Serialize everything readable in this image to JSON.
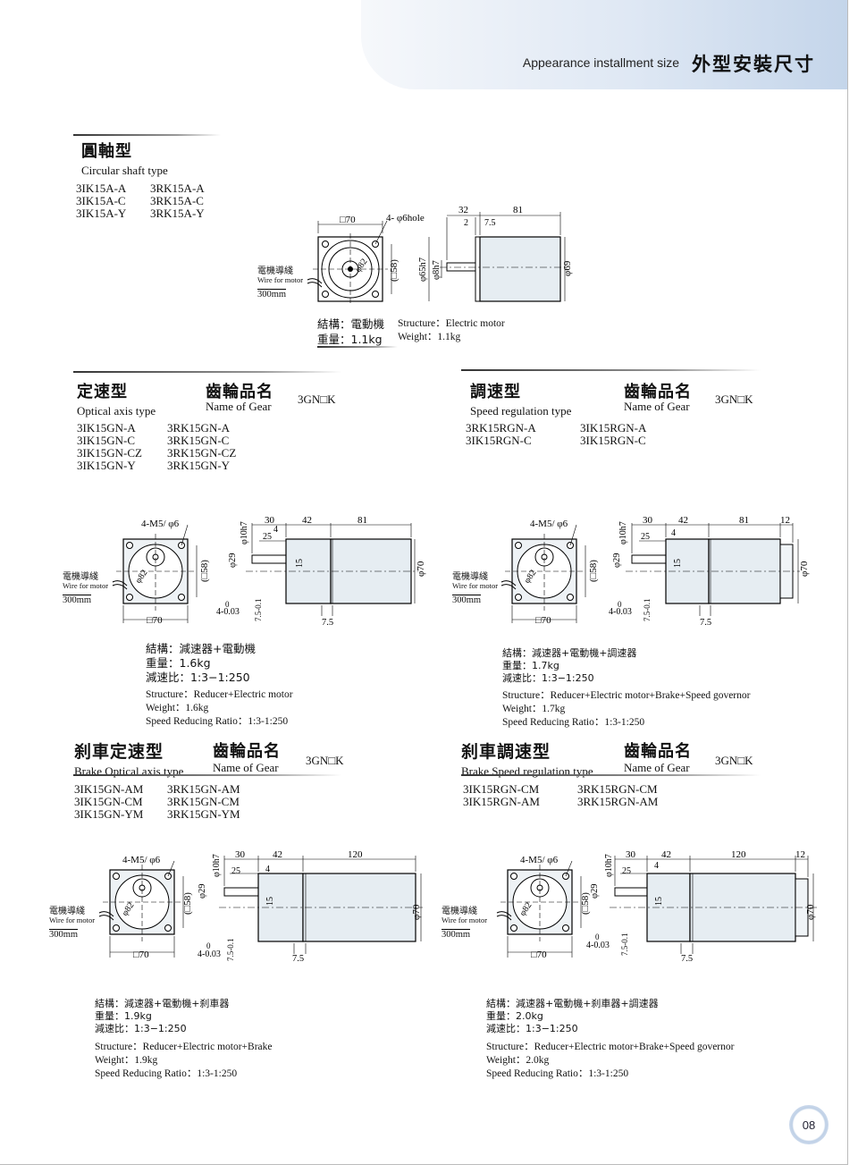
{
  "header": {
    "title_en": "Appearance installment size",
    "title_zh": "外型安裝尺寸"
  },
  "page_number": "08",
  "labels": {
    "wire_zh": "電機導綫",
    "wire_en": "Wire for motor",
    "wire_len": "300mm"
  },
  "circular": {
    "title_zh": "圓軸型",
    "title_en": "Circular shaft type",
    "models_left": [
      "3IK15A-A",
      "3IK15A-C",
      "3IK15A-Y"
    ],
    "models_right": [
      "3RK15A-A",
      "3RK15A-C",
      "3RK15A-Y"
    ],
    "spec_zh": [
      "結構：電動機",
      "重量：1.1kg"
    ],
    "spec_en": [
      "Structure：Electric motor",
      "Weight：1.1kg"
    ],
    "dims": {
      "sq": "□70",
      "hole": "4- φ6hole",
      "d82": "φ82",
      "sq58": "(□58)",
      "d65": "φ65h7",
      "d8": "φ8h7",
      "d69": "φ69",
      "l32": "32",
      "l2": "2",
      "l75": "7.5",
      "l81": "81"
    }
  },
  "optical": {
    "title_zh": "定速型",
    "title_en": "Optical axis type",
    "gear_zh": "齒輪品名",
    "gear_en": "Name of Gear",
    "gear_code": "3GN□K",
    "models_left": [
      "3IK15GN-A",
      "3IK15GN-C",
      "3IK15GN-CZ",
      "3IK15GN-Y"
    ],
    "models_right": [
      "3RK15GN-A",
      "3RK15GN-C",
      "3RK15GN-CZ",
      "3RK15GN-Y"
    ],
    "spec_zh": [
      "結構：減速器+電動機",
      "重量：1.6kg",
      "減速比：1:3−1:250"
    ],
    "spec_en": [
      "Structure：Reducer+Electric motor",
      "Weight：1.6kg",
      "Speed Reducing Ratio：1:3-1:250"
    ],
    "dims": {
      "holes": "4-M5/ φ6",
      "sq": "□70",
      "d82": "φ82",
      "sq58": "(□58)",
      "d29": "φ29",
      "d10": "φ10h7",
      "l30": "30",
      "l42": "42",
      "l81": "81",
      "l25": "25",
      "l4": "4",
      "l15": "15",
      "d70": "φ70",
      "l75": "7.5",
      "tol": "4-0.03",
      "tol0": "0",
      "tol2": "7.5-0.1"
    }
  },
  "speed": {
    "title_zh": "調速型",
    "title_en": "Speed regulation type",
    "gear_zh": "齒輪品名",
    "gear_en": "Name of Gear",
    "gear_code": "3GN□K",
    "models_left": [
      "3RK15RGN-A",
      "3IK15RGN-C"
    ],
    "models_right": [
      "3IK15RGN-A",
      "3IK15RGN-C"
    ],
    "spec_zh": [
      "結構：減速器+電動機+調速器",
      "重量：1.7kg",
      "減速比：1:3−1:250"
    ],
    "spec_en": [
      "Structure：Reducer+Electric motor+Brake+Speed governor",
      "Weight：1.7kg",
      "Speed Reducing Ratio：1:3-1:250"
    ],
    "dims": {
      "holes": "4-M5/ φ6",
      "sq": "□70",
      "d82": "φ82",
      "sq58": "(□58)",
      "d29": "φ29",
      "d10": "φ10h7",
      "l30": "30",
      "l42": "42",
      "l81": "81",
      "l12": "12",
      "l25": "25",
      "l4": "4",
      "l15": "15",
      "d70": "φ70",
      "l75": "7.5",
      "tol": "4-0.03",
      "tol0": "0",
      "tol2": "7.5-0.1"
    }
  },
  "brake_optical": {
    "title_zh": "刹車定速型",
    "title_en": "Brake Optical axis type",
    "gear_zh": "齒輪品名",
    "gear_en": "Name of Gear",
    "gear_code": "3GN□K",
    "models_left": [
      "3IK15GN-AM",
      "3IK15GN-CM",
      "3IK15GN-YM"
    ],
    "models_right": [
      "3RK15GN-AM",
      "3RK15GN-CM",
      "3RK15GN-YM"
    ],
    "spec_zh": [
      "結構：減速器+電動機+刹車器",
      "重量：1.9kg",
      "減速比：1:3−1:250"
    ],
    "spec_en": [
      "Structure：Reducer+Electric motor+Brake",
      "Weight：1.9kg",
      "Speed Reducing Ratio：1:3-1:250"
    ],
    "dims": {
      "holes": "4-M5/ φ6",
      "sq": "□70",
      "d82": "φ82",
      "sq58": "(□58)",
      "d29": "φ29",
      "d10": "φ10h7",
      "l30": "30",
      "l42": "42",
      "l120": "120",
      "l25": "25",
      "l4": "4",
      "l15": "15",
      "d70": "φ70",
      "l75": "7.5",
      "tol": "4-0.03",
      "tol0": "0",
      "tol2": "7.5-0.1"
    }
  },
  "brake_speed": {
    "title_zh": "刹車調速型",
    "title_en": "Brake Speed regulation type",
    "gear_zh": "齒輪品名",
    "gear_en": "Name of Gear",
    "gear_code": "3GN□K",
    "models_left": [
      "3IK15RGN-CM",
      "3IK15RGN-AM"
    ],
    "models_right": [
      "3RK15RGN-CM",
      "3RK15RGN-AM"
    ],
    "spec_zh": [
      "結構：減速器+電動機+刹車器+調速器",
      "重量：2.0kg",
      "減速比：1:3−1:250"
    ],
    "spec_en": [
      "Structure：Reducer+Electric motor+Brake+Speed governor",
      "Weight：2.0kg",
      "Speed Reducing Ratio：1:3-1:250"
    ],
    "dims": {
      "holes": "4-M5/ φ6",
      "sq": "□70",
      "d82": "φ82",
      "sq58": "(□58)",
      "d29": "φ29",
      "d10": "φ10h7",
      "l30": "30",
      "l42": "42",
      "l120": "120",
      "l12": "12",
      "l25": "25",
      "l4": "4",
      "l15": "15",
      "d70": "φ70",
      "l75": "7.5",
      "tol": "4-0.03",
      "tol0": "0",
      "tol2": "7.5-0.1"
    }
  }
}
